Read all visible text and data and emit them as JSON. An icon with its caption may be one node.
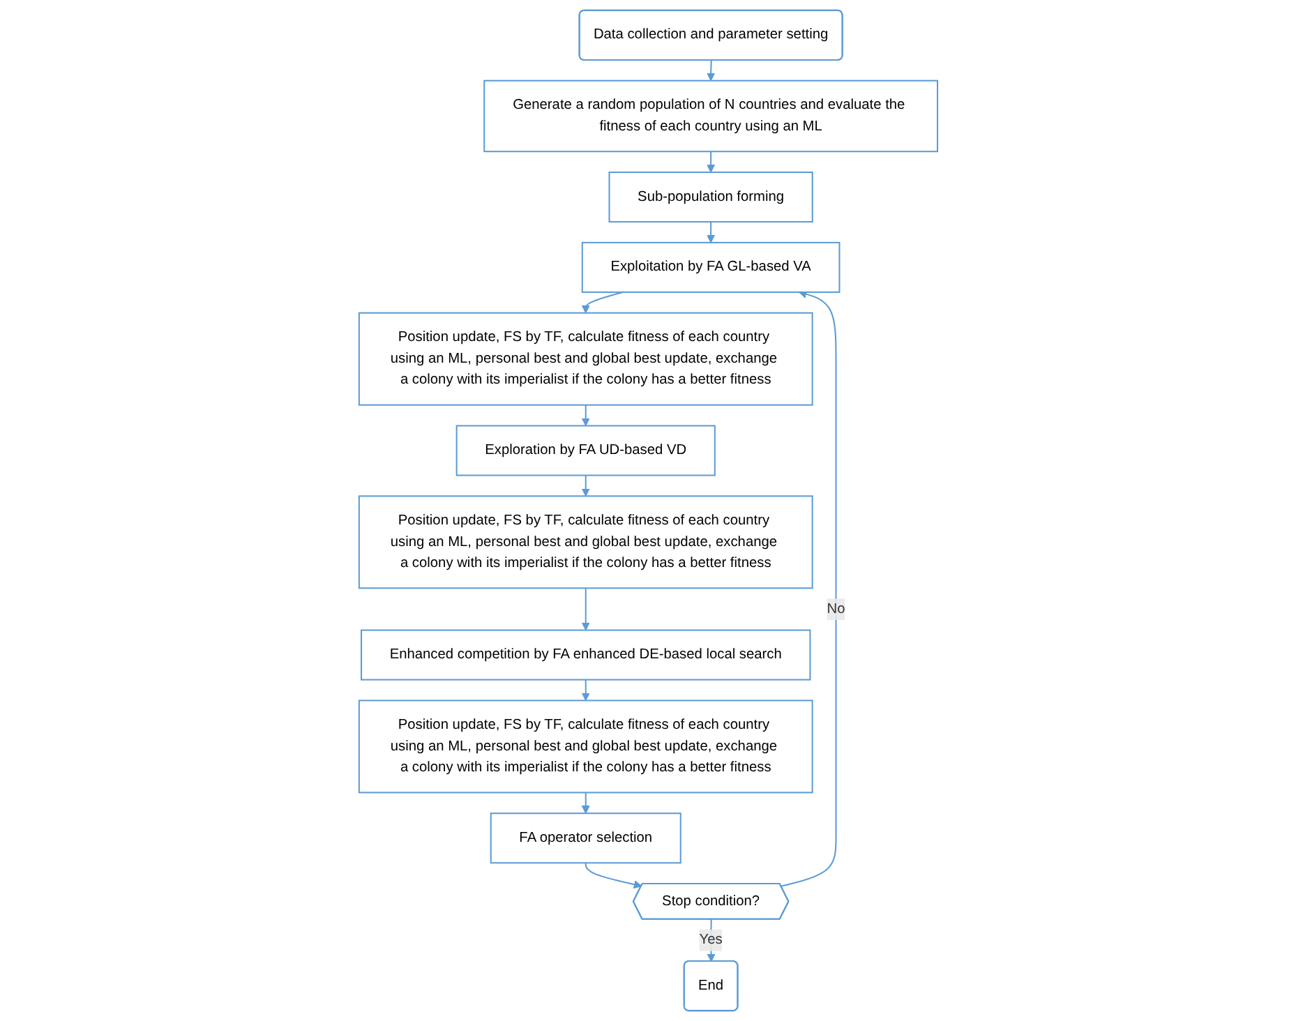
{
  "diagram": {
    "nodes": [
      {
        "text": [
          "Data collection and parameter setting"
        ]
      },
      {
        "text": [
          "Generate a random population of N countries and evaluate the fitness of each country using an ML"
        ]
      },
      {
        "text": [
          "Sub-population forming"
        ]
      },
      {
        "text": [
          "Exploitation by FA GL-based VA"
        ]
      },
      {
        "text": [
          "Position update, FS by TF, calculate fitness of each country using an ML, personal best and global best update, exchange a colony with its imperialist if the colony has a better fitness"
        ]
      },
      {
        "text": [
          "Exploration by FA UD-based VD"
        ]
      },
      {
        "text": [
          "Position update, FS by TF, calculate fitness of each country using an ML, personal best and global best update, exchange a colony with its imperialist if the colony has a better fitness"
        ]
      },
      {
        "text": [
          "Enhanced competition by FA enhanced DE-based local search"
        ]
      },
      {
        "text": [
          "Position update, FS by TF, calculate fitness of each country using an ML, personal best and global best update, exchange a colony with its imperialist if the colony has a better fitness"
        ]
      },
      {
        "text": [
          "FA operator selection"
        ]
      },
      {
        "text": [
          "Stop condition?"
        ]
      },
      {
        "text": [
          "End"
        ]
      }
    ],
    "edges": [
      {
        "from": 0,
        "to": 1,
        "arrow": "to"
      },
      {
        "from": 1,
        "to": 2,
        "arrow": "to"
      },
      {
        "from": 2,
        "to": 3,
        "arrow": "to"
      },
      {
        "from": 3,
        "to": 4,
        "arrow": "to"
      },
      {
        "from": 4,
        "to": 5,
        "arrow": "to"
      },
      {
        "from": 5,
        "to": 6,
        "arrow": "to"
      },
      {
        "from": 6,
        "to": 7,
        "arrow": "to"
      },
      {
        "from": 7,
        "to": 8,
        "arrow": "to"
      },
      {
        "from": 8,
        "to": 9,
        "arrow": "to"
      },
      {
        "from": 9,
        "to": 10,
        "arrow": "to"
      },
      {
        "from": 10,
        "to": 3,
        "label": "No",
        "arrow": "to"
      },
      {
        "from": 10,
        "to": 11,
        "label": "Yes",
        "arrow": "to"
      }
    ]
  }
}
